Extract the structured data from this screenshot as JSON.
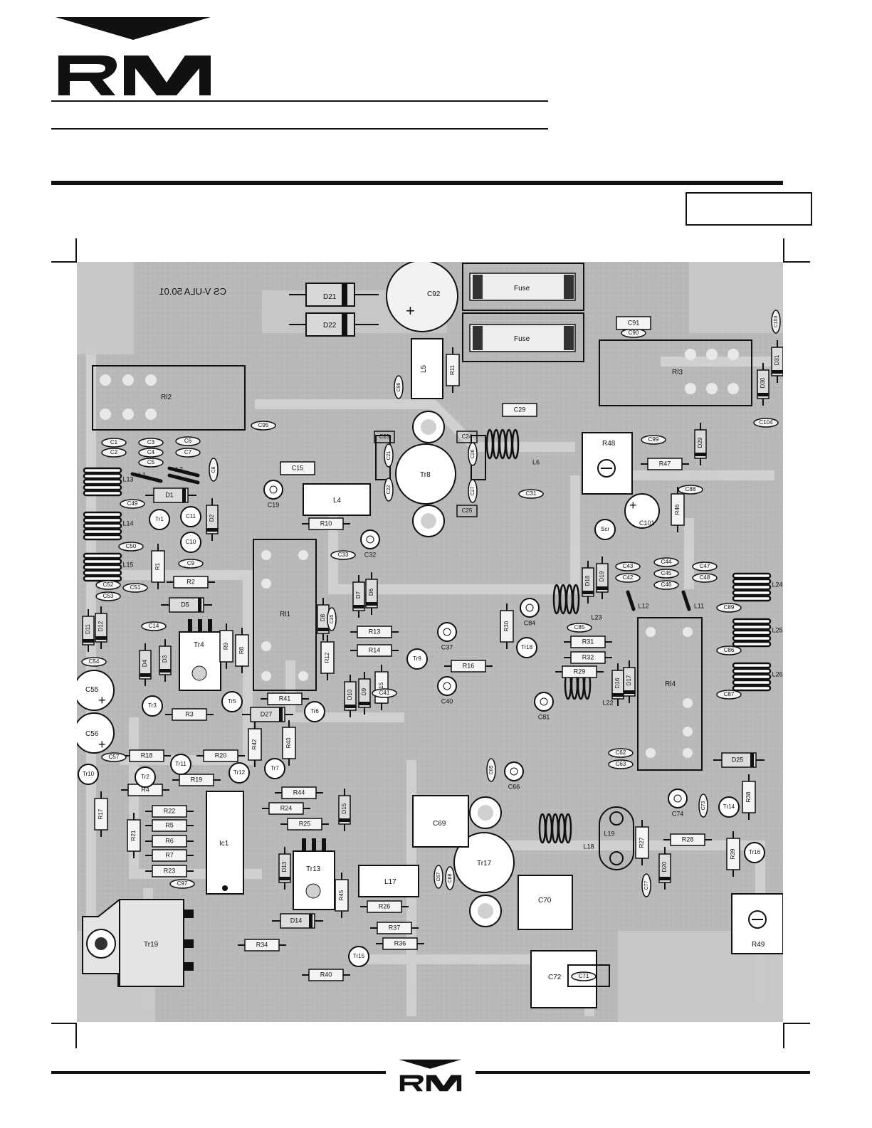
{
  "header": {
    "logo_text": "RM",
    "reference_box": ""
  },
  "board": {
    "silk_ref": "CS V-ULA 50.01",
    "fuse_labels": [
      "Fuse",
      "Fuse"
    ],
    "relays": [
      "Rl1",
      "Rl2",
      "Rl3",
      "Rl4"
    ],
    "transistors": [
      "Tr1",
      "Tr2",
      "Tr3",
      "Tr4",
      "Tr5",
      "Tr6",
      "Tr7",
      "Tr8",
      "Tr9",
      "Tr10",
      "Tr11",
      "Tr12",
      "Tr13",
      "Tr14",
      "Tr15",
      "Tr16",
      "Tr17",
      "Tr18",
      "Tr19",
      "Scr",
      "Ic1"
    ],
    "resistors": [
      "R1",
      "R2",
      "R3",
      "R4",
      "R5",
      "R6",
      "R7",
      "R8",
      "R9",
      "R10",
      "R11",
      "R12",
      "R13",
      "R14",
      "R15",
      "R16",
      "R17",
      "R18",
      "R19",
      "R20",
      "R21",
      "R22",
      "R23",
      "R24",
      "R25",
      "R26",
      "R27",
      "R28",
      "R29",
      "R30",
      "R31",
      "R32",
      "R34",
      "R36",
      "R37",
      "R38",
      "R39",
      "R40",
      "R41",
      "R42",
      "R43",
      "R44",
      "R45",
      "R46",
      "R47",
      "R48",
      "R49"
    ],
    "diodes": [
      "D1",
      "D2",
      "D3",
      "D4",
      "D5",
      "D6",
      "D7",
      "D8",
      "D9",
      "D10",
      "D11",
      "D12",
      "D13",
      "D14",
      "D15",
      "D16",
      "D17",
      "D18",
      "D19",
      "D20",
      "D21",
      "D22",
      "D25",
      "D27",
      "D29",
      "D30",
      "D31"
    ],
    "inductors": [
      "L1",
      "L2",
      "L4",
      "L5",
      "L6",
      "L11",
      "L12",
      "L13",
      "L14",
      "L15",
      "L17",
      "L18",
      "L19",
      "L22",
      "L23",
      "L24",
      "L25",
      "L26"
    ],
    "capacitors": [
      "C1",
      "C2",
      "C3",
      "C4",
      "C5",
      "C6",
      "C7",
      "C8",
      "C9",
      "C10",
      "C11",
      "C14",
      "C15",
      "C19",
      "C21",
      "C22",
      "C23",
      "C24",
      "C25",
      "C26",
      "C27",
      "C29",
      "C31",
      "C32",
      "C33",
      "C35",
      "C37",
      "C40",
      "C41",
      "C42",
      "C43",
      "C44",
      "C45",
      "C46",
      "C47",
      "C48",
      "C49",
      "C50",
      "C51",
      "C52",
      "C53",
      "C54",
      "C55",
      "C56",
      "C57",
      "C62",
      "C63",
      "C65",
      "C66",
      "C67",
      "C68",
      "C69",
      "C70",
      "C71",
      "C72",
      "C73",
      "C74",
      "C77",
      "C81",
      "C84",
      "C85",
      "C86",
      "C87",
      "C88",
      "C89",
      "C90",
      "C91",
      "C92",
      "C95",
      "C96",
      "C97",
      "C99",
      "C101",
      "C103",
      "C104"
    ]
  },
  "footer": {
    "logo_text": "RM"
  }
}
